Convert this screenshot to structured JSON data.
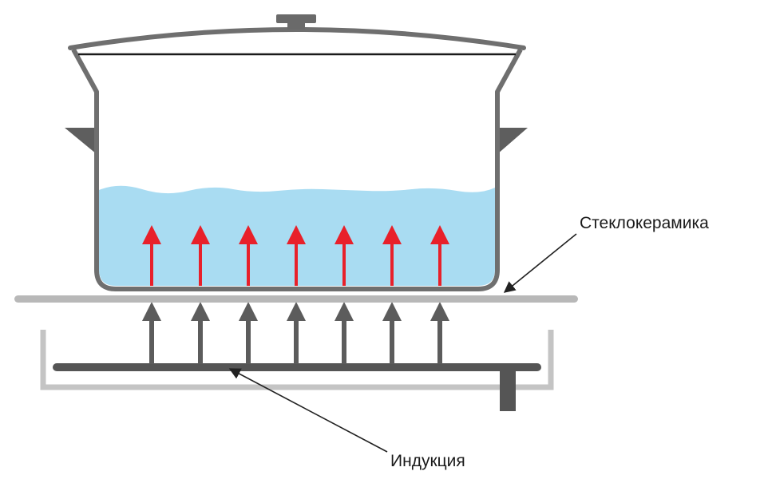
{
  "labels": {
    "glass_ceramic": "Стеклокерамика",
    "induction": "Индукция"
  },
  "colors": {
    "pot_outline": "#6f6f6f",
    "handle": "#5e5e5e",
    "water": "#a9dcf2",
    "heat_arrow": "#e8202a",
    "field_arrow": "#5c5c5c",
    "glass_plate": "#b8b8b8",
    "housing": "#c4c4c4",
    "coil": "#555555",
    "leader_line": "#222222"
  },
  "icons": {
    "heat_arrows": "arrow-up-red",
    "field_arrows": "arrow-up-gray"
  }
}
